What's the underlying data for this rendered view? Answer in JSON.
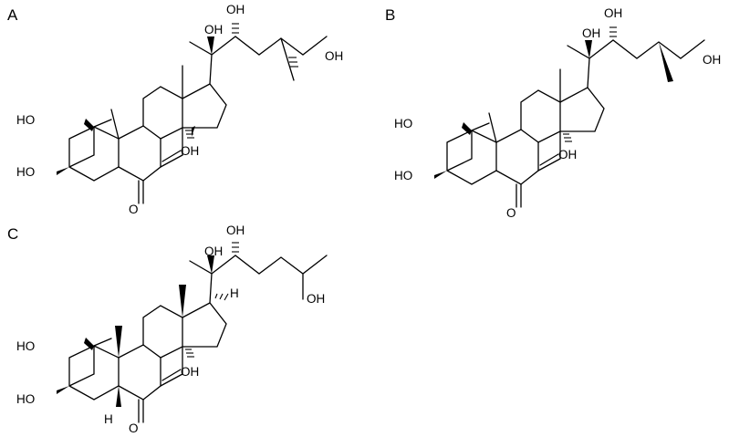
{
  "figure": {
    "panels": [
      {
        "label": "A",
        "atom_labels": {
          "ho_2": "HO",
          "ho_3": "HO",
          "oxo_6": "O",
          "oh_14": "OH",
          "oh_20": "OH",
          "oh_22": "OH",
          "oh_26": "OH"
        }
      },
      {
        "label": "B",
        "atom_labels": {
          "ho_2": "HO",
          "ho_3": "HO",
          "oxo_6": "O",
          "oh_14": "OH",
          "oh_20": "OH",
          "oh_22": "OH",
          "oh_26": "OH"
        }
      },
      {
        "label": "C",
        "atom_labels": {
          "ho_2": "HO",
          "ho_3": "HO",
          "oxo_6": "O",
          "oh_14": "OH",
          "oh_20": "OH",
          "oh_22": "OH",
          "oh_25": "OH",
          "h_5": "H",
          "h_17": "H"
        }
      }
    ]
  }
}
